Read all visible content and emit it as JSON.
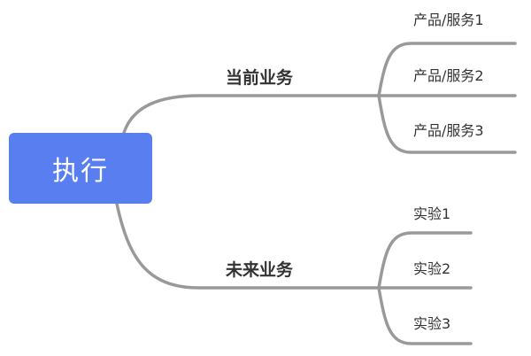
{
  "root": {
    "label": "执行",
    "color": "#587ef0"
  },
  "line_color": "#999999",
  "branches": [
    {
      "label": "当前业务",
      "children": [
        "产品/服务1",
        "产品/服务2",
        "产品/服务3"
      ]
    },
    {
      "label": "未来业务",
      "children": [
        "实验1",
        "实验2",
        "实验3"
      ]
    }
  ]
}
